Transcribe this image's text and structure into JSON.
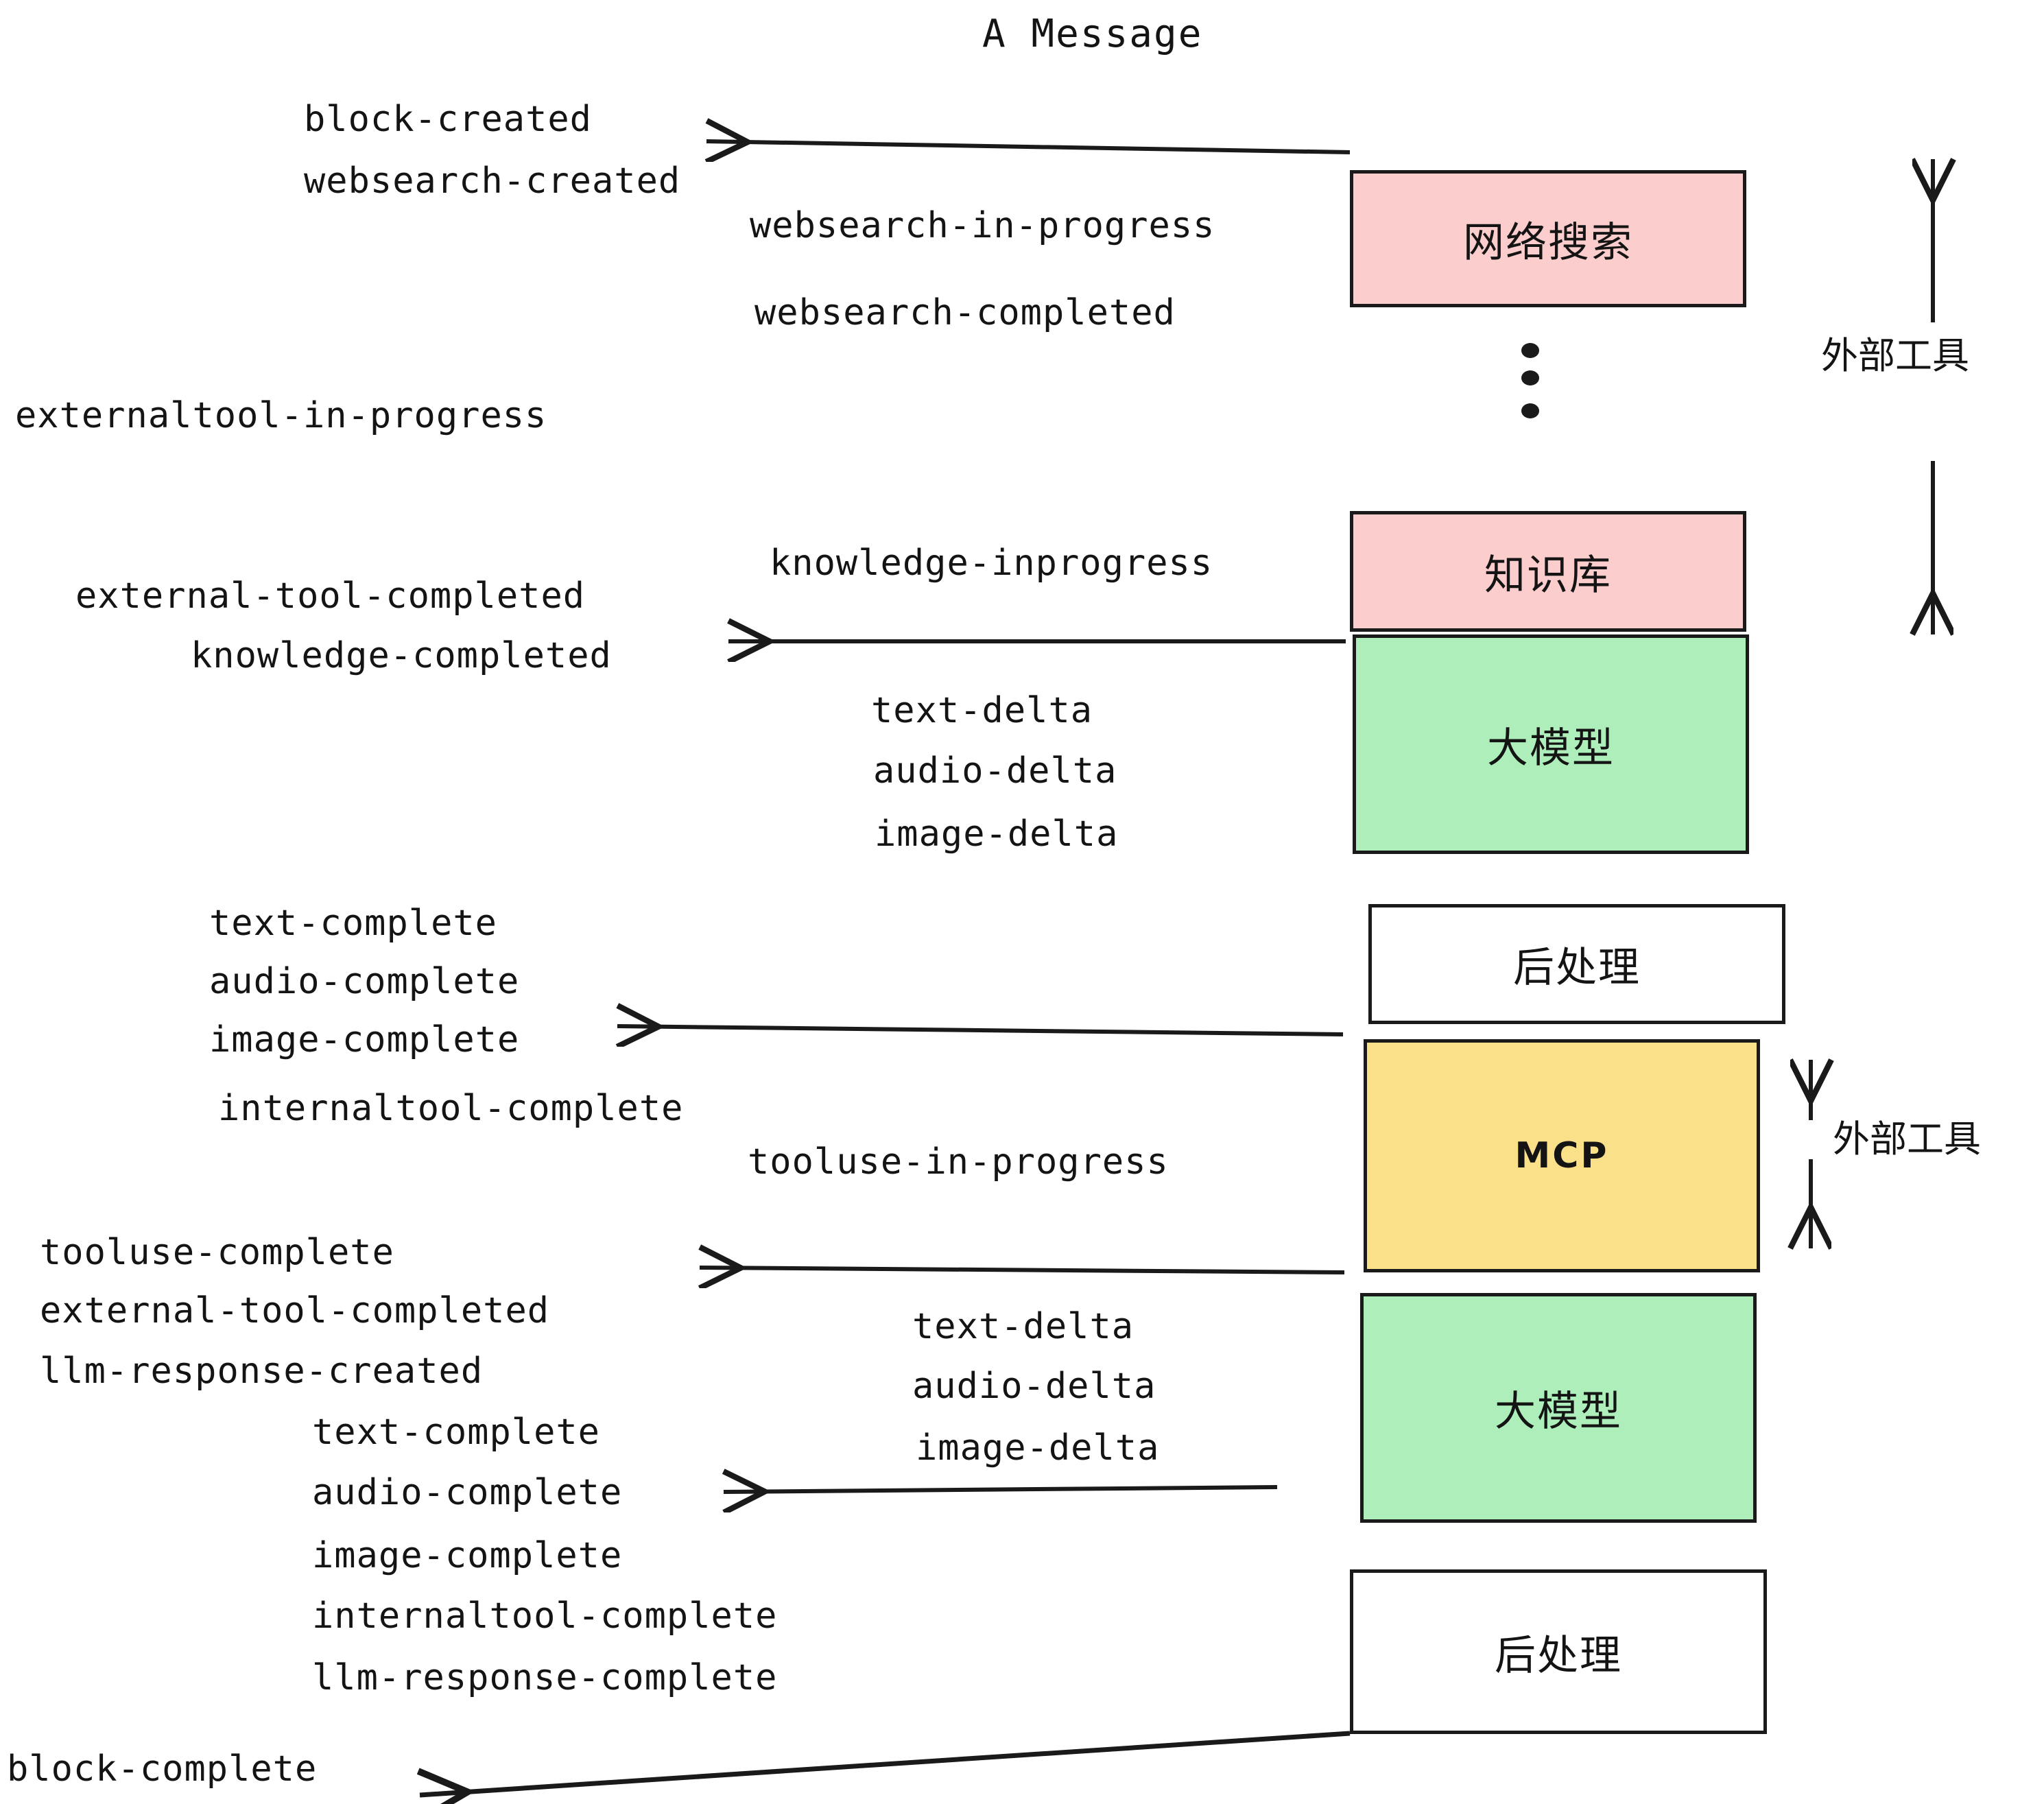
{
  "title": "A Message",
  "colors": {
    "pink": "#fbcdcd",
    "green": "#aeeebb",
    "yellow": "#fbe08a",
    "white": "#ffffff",
    "stroke": "#1a1a1a",
    "text": "#141414"
  },
  "nodes": [
    {
      "id": "websearch",
      "label": "网络搜索",
      "fill": "#fbcdcd"
    },
    {
      "id": "knowledge",
      "label": "知识库",
      "fill": "#fbcdcd"
    },
    {
      "id": "llm-1",
      "label": "大模型",
      "fill": "#aeeebb"
    },
    {
      "id": "postprocess-1",
      "label": "后处理",
      "fill": "#ffffff"
    },
    {
      "id": "mcp",
      "label": "MCP",
      "fill": "#fbe08a"
    },
    {
      "id": "llm-2",
      "label": "大模型",
      "fill": "#aeeebb"
    },
    {
      "id": "postprocess-2",
      "label": "后处理",
      "fill": "#ffffff"
    }
  ],
  "side_labels": [
    {
      "id": "external-tools-top",
      "text": "外部工具"
    },
    {
      "id": "external-tools-bottom",
      "text": "外部工具"
    }
  ],
  "events": [
    {
      "id": "block-created",
      "text": "block-created"
    },
    {
      "id": "websearch-created",
      "text": "websearch-created"
    },
    {
      "id": "websearch-in-progress",
      "text": "websearch-in-progress"
    },
    {
      "id": "websearch-completed",
      "text": "websearch-completed"
    },
    {
      "id": "externaltool-in-progress",
      "text": "externaltool-in-progress"
    },
    {
      "id": "knowledge-inprogress",
      "text": "knowledge-inprogress"
    },
    {
      "id": "external-tool-completed-1",
      "text": "external-tool-completed"
    },
    {
      "id": "knowledge-completed",
      "text": "knowledge-completed"
    },
    {
      "id": "text-delta-1",
      "text": "text-delta"
    },
    {
      "id": "audio-delta-1",
      "text": "audio-delta"
    },
    {
      "id": "image-delta-1",
      "text": "image-delta"
    },
    {
      "id": "text-complete-1",
      "text": "text-complete"
    },
    {
      "id": "audio-complete-1",
      "text": "audio-complete"
    },
    {
      "id": "image-complete-1",
      "text": "image-complete"
    },
    {
      "id": "internaltool-complete-1",
      "text": "internaltool-complete"
    },
    {
      "id": "tooluse-in-progress",
      "text": "tooluse-in-progress"
    },
    {
      "id": "tooluse-complete",
      "text": "tooluse-complete"
    },
    {
      "id": "external-tool-completed-2",
      "text": "external-tool-completed"
    },
    {
      "id": "llm-response-created",
      "text": "llm-response-created"
    },
    {
      "id": "text-delta-2",
      "text": "text-delta"
    },
    {
      "id": "audio-delta-2",
      "text": "audio-delta"
    },
    {
      "id": "image-delta-2",
      "text": "image-delta"
    },
    {
      "id": "text-complete-2",
      "text": "text-complete"
    },
    {
      "id": "audio-complete-2",
      "text": "audio-complete"
    },
    {
      "id": "image-complete-2",
      "text": "image-complete"
    },
    {
      "id": "internaltool-complete-2",
      "text": "internaltool-complete"
    },
    {
      "id": "llm-response-complete",
      "text": "llm-response-complete"
    },
    {
      "id": "block-complete",
      "text": "block-complete"
    }
  ]
}
